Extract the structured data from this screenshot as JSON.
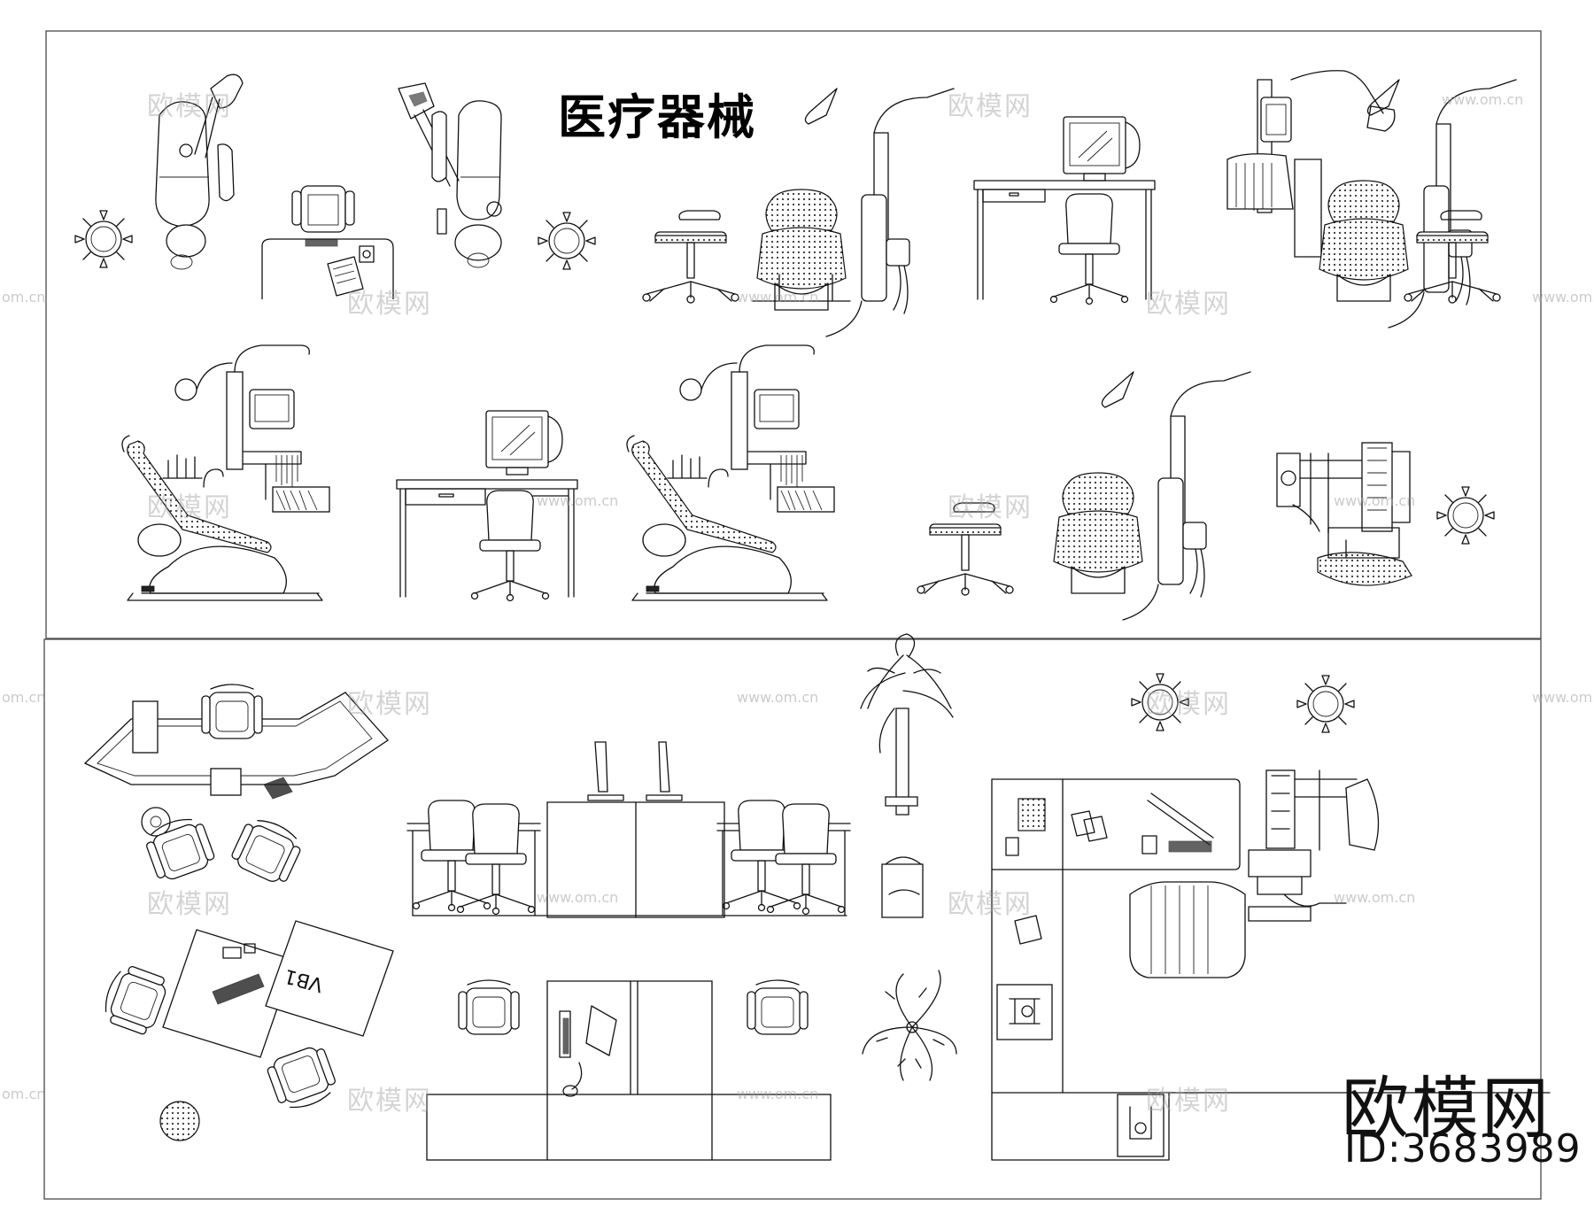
{
  "drawing": {
    "title": "医疗器械",
    "desk_label": "VB1"
  },
  "watermark": {
    "brand": "欧模网",
    "url": "www.om.cn",
    "url_short": "om.cn"
  },
  "footer": {
    "brand": "欧模网",
    "id_text": "ID:3683989"
  }
}
